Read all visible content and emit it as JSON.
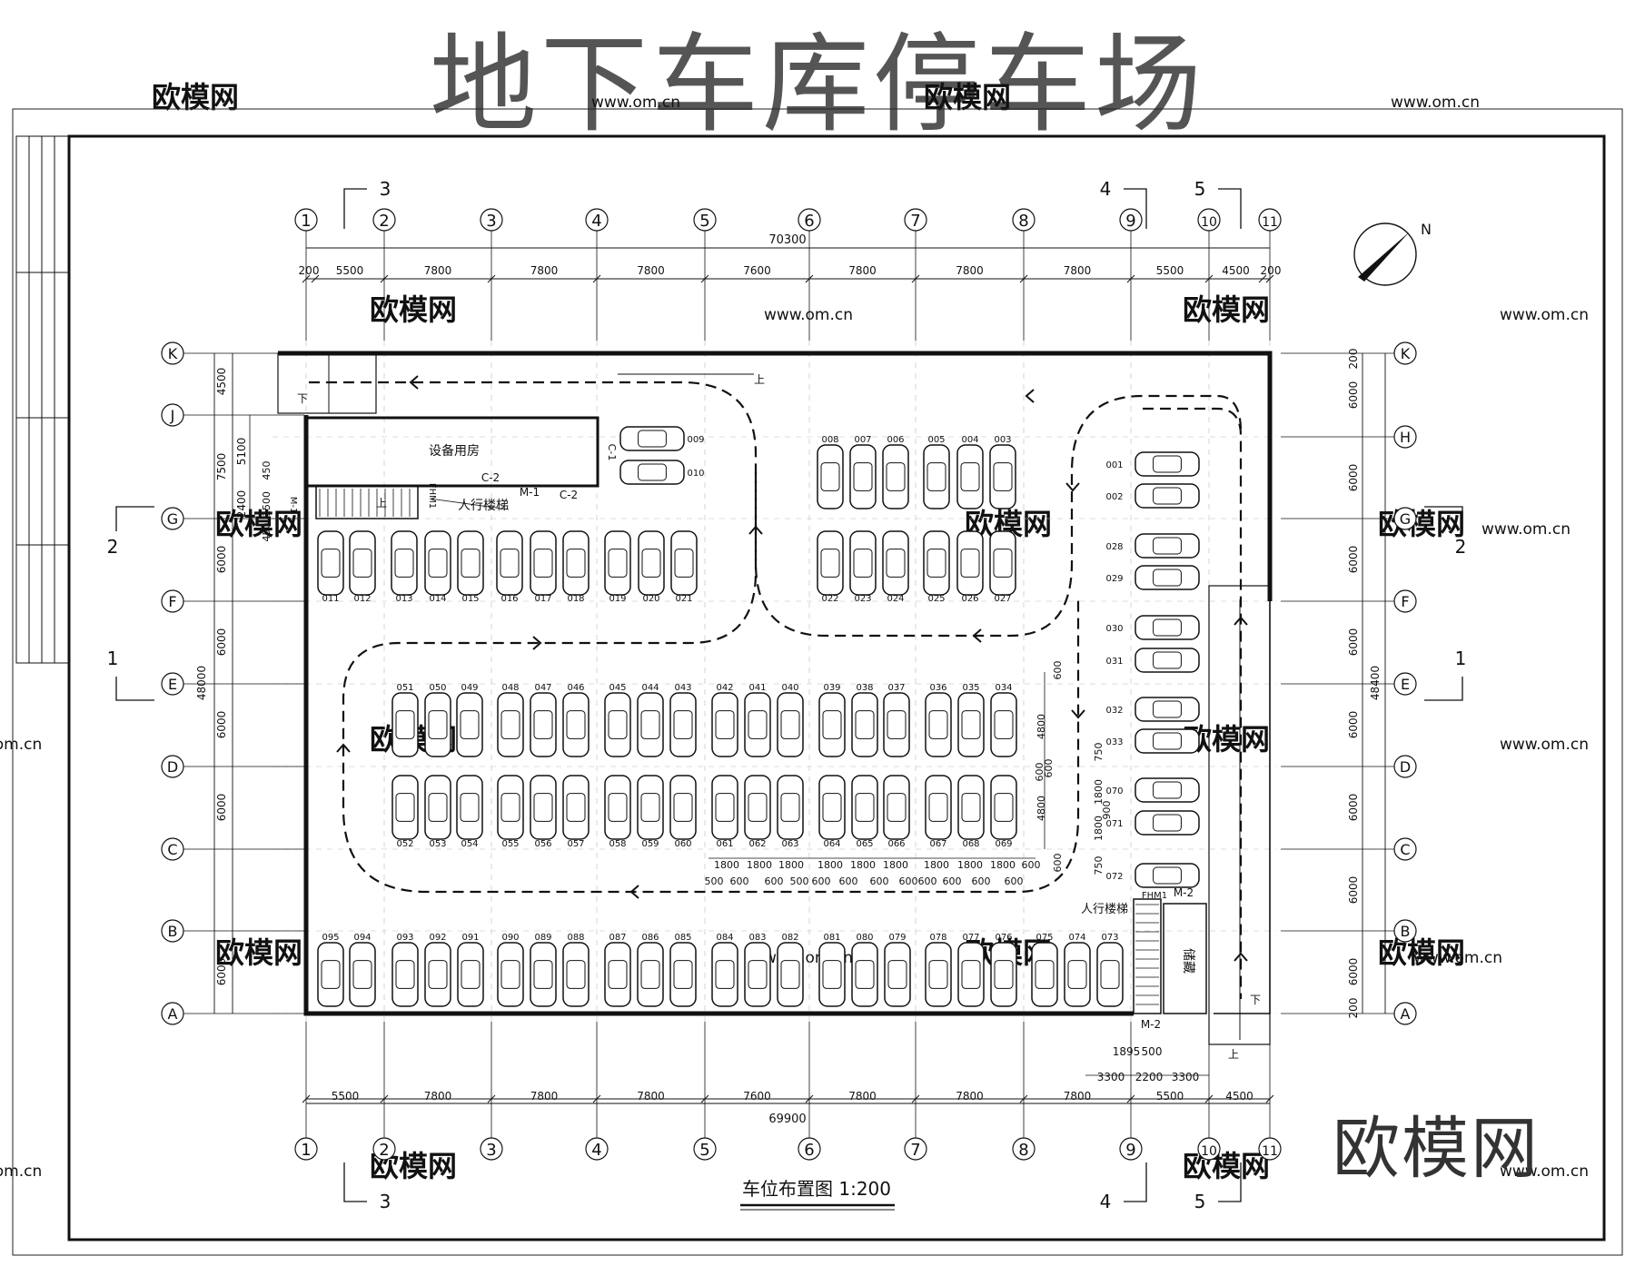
{
  "title": "地下车库停车场",
  "brand": "欧模网",
  "watermark": {
    "text": "欧模网",
    "url": "www.om.cn",
    "url_partial": "om.cn"
  },
  "drawing_caption": "车位布置图 1:200",
  "axes": {
    "columns": [
      "1",
      "2",
      "3",
      "4",
      "5",
      "6",
      "7",
      "8",
      "9",
      "10",
      "11"
    ],
    "rows": [
      "K",
      "J",
      "H",
      "G",
      "F",
      "E",
      "D",
      "C",
      "B",
      "A"
    ]
  },
  "dimensions": {
    "top_total": "70300",
    "top_segments": [
      "200",
      "5500",
      "7800",
      "7800",
      "7800",
      "7600",
      "7800",
      "7800",
      "7800",
      "5500",
      "4500",
      "200"
    ],
    "bottom_total": "69900",
    "bottom_segments": [
      "5500",
      "7800",
      "7800",
      "7800",
      "7600",
      "7800",
      "7800",
      "7800",
      "5500",
      "4500"
    ],
    "bottom_detail": [
      "1895",
      "500",
      "3300",
      "2200",
      "3300"
    ],
    "left_total": "48000",
    "left_outer": [
      "4500",
      "7500",
      "6000",
      "6000",
      "6000",
      "6000",
      "6000"
    ],
    "left_inner": [
      "5100",
      "2400",
      "450",
      "1500",
      "450"
    ],
    "right_total": "48400",
    "right_segments": [
      "200",
      "6000",
      "6000",
      "6000",
      "6000",
      "6000",
      "6000",
      "6000",
      "6000",
      "200"
    ],
    "aisle_widths": [
      "1800",
      "1800",
      "1800",
      "1800",
      "1800",
      "1800",
      "1800",
      "1800",
      "1800"
    ],
    "aisle_gaps": [
      "500",
      "600",
      "600",
      "500",
      "600",
      "600",
      "600",
      "600",
      "600",
      "600",
      "600",
      "600"
    ],
    "aisle_edge": "600",
    "mid_vertical": [
      "600",
      "4800",
      "600",
      "600",
      "4800",
      "600"
    ],
    "east_vertical": [
      "750",
      "1800",
      "900",
      "1800",
      "750"
    ]
  },
  "section_marks": {
    "a": "1",
    "b": "2",
    "c": "3",
    "d": "4",
    "e": "5"
  },
  "rooms": {
    "equipment": "设备用房",
    "stair_a": "人行楼梯",
    "stair_b": "人行楼梯",
    "storage": "储藏",
    "up": "上",
    "down": "下"
  },
  "door_codes": [
    "C-1",
    "C-2",
    "M-1",
    "C-2",
    "FHM1",
    "M-1",
    "FHM1",
    "M-2",
    "M-2"
  ],
  "compass": "N",
  "stalls": {
    "r0": [
      "008",
      "007",
      "006",
      "005",
      "004",
      "003"
    ],
    "r1": [
      "022",
      "023",
      "024",
      "025",
      "026",
      "027"
    ],
    "r2": [
      "011",
      "012",
      "013",
      "014",
      "015",
      "016",
      "017",
      "018",
      "019",
      "020",
      "021"
    ],
    "r3": [
      "051",
      "050",
      "049",
      "048",
      "047",
      "046",
      "045",
      "044",
      "043",
      "042",
      "041",
      "040",
      "039",
      "038",
      "037",
      "036",
      "035",
      "034"
    ],
    "r4": [
      "052",
      "053",
      "054",
      "055",
      "056",
      "057",
      "058",
      "059",
      "060",
      "061",
      "062",
      "063",
      "064",
      "065",
      "066",
      "067",
      "068",
      "069"
    ],
    "r5": [
      "095",
      "094",
      "093",
      "092",
      "091",
      "090",
      "089",
      "088",
      "087",
      "086",
      "085",
      "084",
      "083",
      "082",
      "081",
      "080",
      "079",
      "078",
      "077",
      "076",
      "075",
      "074",
      "073"
    ],
    "east": [
      "001",
      "002",
      "028",
      "029",
      "030",
      "031",
      "032",
      "033",
      "070",
      "071",
      "072"
    ],
    "nw": [
      "009",
      "010"
    ]
  }
}
